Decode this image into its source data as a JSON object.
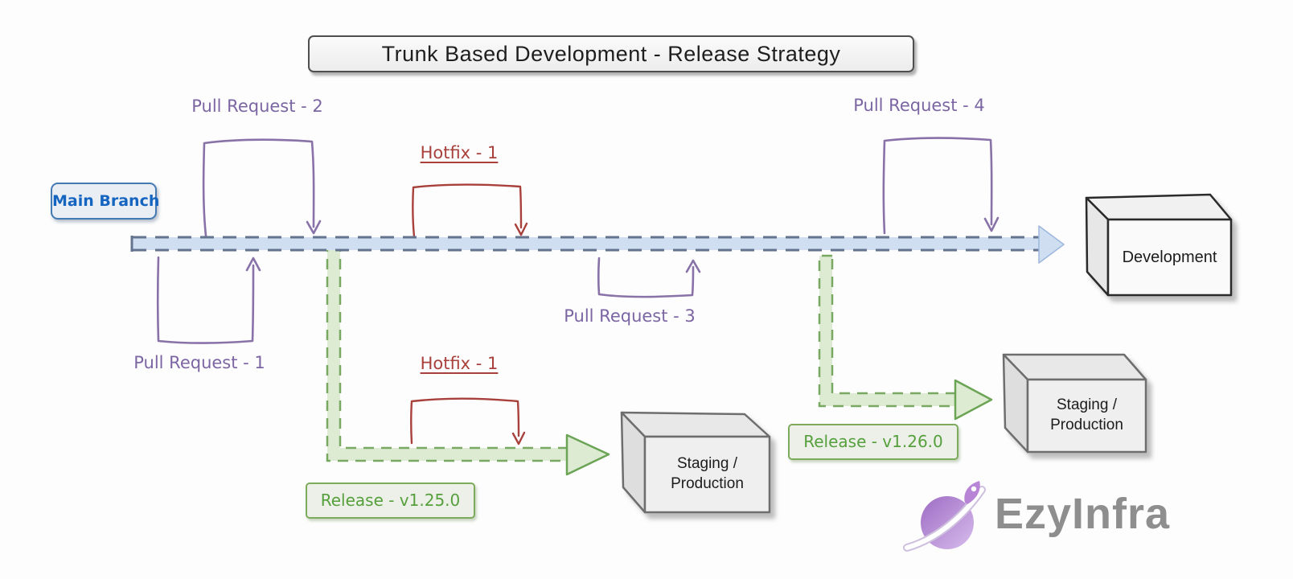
{
  "title": "Trunk Based Development - Release Strategy",
  "trunk": {
    "label": "Main Branch"
  },
  "events": {
    "pr1": "Pull Request - 1",
    "pr2": "Pull Request - 2",
    "pr3": "Pull Request - 3",
    "pr4": "Pull Request - 4",
    "hotfix_trunk": "Hotfix - 1",
    "hotfix_release": "Hotfix - 1"
  },
  "releases": {
    "v125": "Release - v1.25.0",
    "v126": "Release - v1.26.0"
  },
  "environments": {
    "development": "Development",
    "staging1": {
      "line1": "Staging /",
      "line2": "Production"
    },
    "staging2": {
      "line1": "Staging /",
      "line2": "Production"
    }
  },
  "logo": {
    "brand": "EzyInfra",
    "icon": "planet-rocket-icon"
  },
  "colors": {
    "trunk_fill": "#d0def1",
    "trunk_dash": "#64748f",
    "release_fill": "#ddebd3",
    "release_dash": "#79a861",
    "pull_request_purple": "#8872a8",
    "hotfix_red": "#a8413c",
    "release_text_green": "#55a03c",
    "main_branch_blue": "#1565c0",
    "logo_gray": "#8e8e8e",
    "logo_purple": "#b588d8"
  }
}
